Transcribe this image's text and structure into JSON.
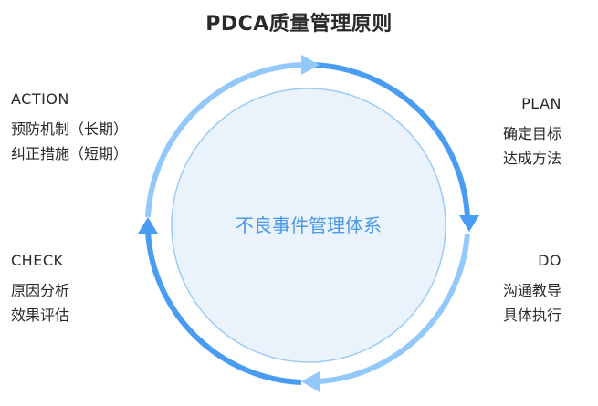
{
  "title": "PDCA质量管理原则",
  "center": "不良事件管理体系",
  "quadrants": {
    "action": {
      "label": "ACTION",
      "lines": [
        "预防机制（长期）",
        "纠正措施（短期）"
      ]
    },
    "plan": {
      "label": "PLAN",
      "lines": [
        "确定目标",
        "达成方法"
      ]
    },
    "check": {
      "label": "CHECK",
      "lines": [
        "原因分析",
        "效果评估"
      ]
    },
    "do": {
      "label": "DO",
      "lines": [
        "沟通教导",
        "具体执行"
      ]
    }
  },
  "colors": {
    "arc_dark": "#4a9cf3",
    "arc_light": "#93c8fa",
    "center_fill": "#eaf3fc",
    "center_stroke": "#9ccbf4",
    "center_text": "#4a9ae8"
  }
}
